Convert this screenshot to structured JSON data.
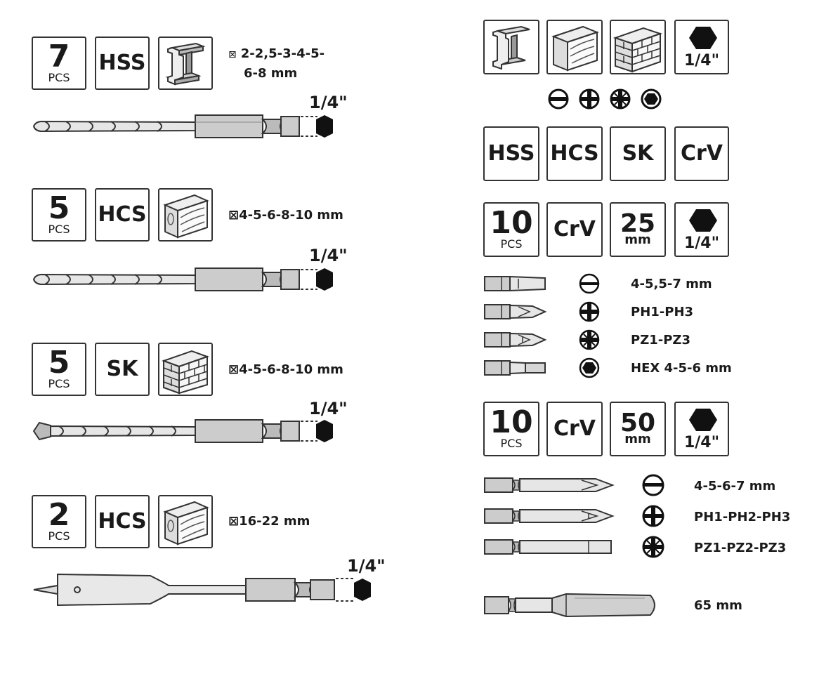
{
  "left_sets": [
    {
      "count": "7",
      "unit": "PCS",
      "grade": "HSS",
      "material": "metal-icon",
      "sizes": [
        "2-2,5-3-4-5-",
        "6-8 mm"
      ],
      "shank": "1/4\"",
      "bit": "metal-drill-bit"
    },
    {
      "count": "5",
      "unit": "PCS",
      "grade": "HCS",
      "material": "wood-icon",
      "sizes": [
        "⊠4-5-6-8-10 mm"
      ],
      "shank": "1/4\"",
      "bit": "wood-drill-bit"
    },
    {
      "count": "5",
      "unit": "PCS",
      "grade": "SK",
      "material": "brick-icon",
      "sizes": [
        "⊠4-5-6-8-10 mm"
      ],
      "shank": "1/4\"",
      "bit": "masonry-drill-bit"
    },
    {
      "count": "2",
      "unit": "PCS",
      "grade": "HCS",
      "material": "wood-icon",
      "sizes": [
        "⊠16-22 mm"
      ],
      "shank": "1/4\"",
      "bit": "spade-bit"
    }
  ],
  "left_prefix": "⊠",
  "right_top": {
    "hex_label": "1/4\"",
    "grades": [
      "HSS",
      "HCS",
      "SK",
      "CrV"
    ]
  },
  "set25": {
    "count": "10",
    "unit": "PCS",
    "grade": "CrV",
    "length": "25",
    "length_unit": "mm",
    "hex_label": "1/4\"",
    "rows": [
      {
        "icon": "slotted-icon",
        "text": "4-5,5-7 mm"
      },
      {
        "icon": "phillips-icon",
        "text": "PH1-PH3"
      },
      {
        "icon": "pozidriv-icon",
        "text": "PZ1-PZ3"
      },
      {
        "icon": "hex-icon",
        "text": "HEX 4-5-6 mm"
      }
    ]
  },
  "set50": {
    "count": "10",
    "unit": "PCS",
    "grade": "CrV",
    "length": "50",
    "length_unit": "mm",
    "hex_label": "1/4\"",
    "rows": [
      {
        "icon": "slotted-icon",
        "text": "4-5-6-7 mm"
      },
      {
        "icon": "phillips-icon",
        "text": "PH1-PH2-PH3"
      },
      {
        "icon": "pozidriv-icon",
        "text": "PZ1-PZ2-PZ3"
      }
    ]
  },
  "holder": {
    "text": "65 mm"
  }
}
